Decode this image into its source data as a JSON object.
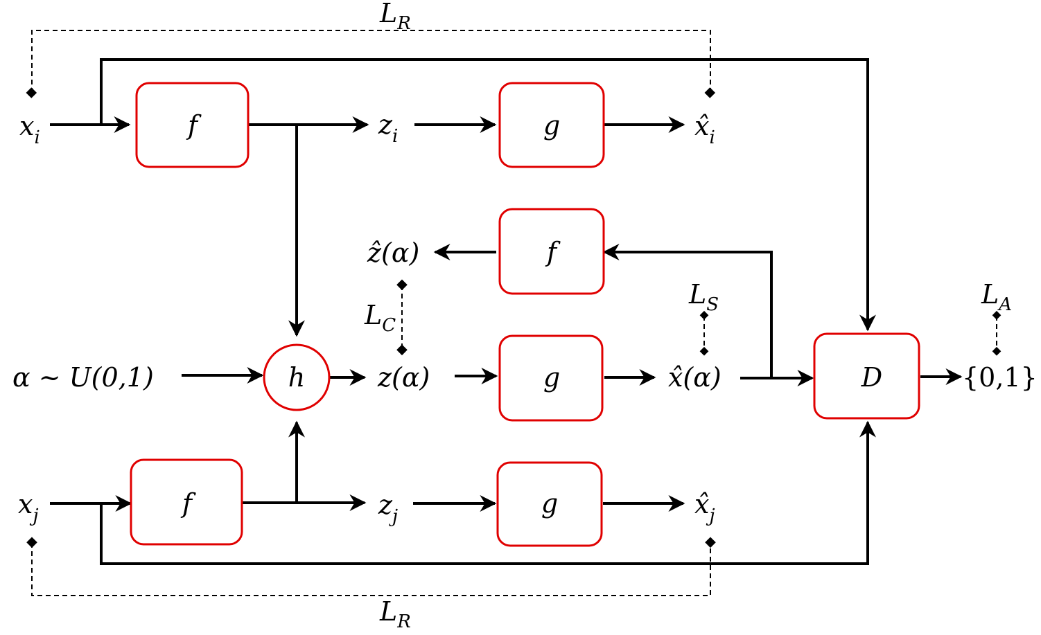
{
  "blocks": {
    "f_top": "f",
    "g_top": "g",
    "f_mid": "f",
    "g_mid": "g",
    "f_bot": "f",
    "g_bot": "g",
    "h": "h",
    "D": "D"
  },
  "nodes": {
    "x": "x",
    "z": "z",
    "i": "i",
    "j": "j",
    "x_hat_i": "x̂",
    "x_hat_j": "x̂",
    "z_alpha": "z(α)",
    "x_hat_alpha": "x̂(α)",
    "z_hat_alpha": "ẑ(α)",
    "alpha_dist": "α ~ U(0,1)",
    "output": "{0,1}"
  },
  "losses": {
    "L": "L",
    "R": "R",
    "C": "C",
    "S": "S",
    "A": "A"
  }
}
